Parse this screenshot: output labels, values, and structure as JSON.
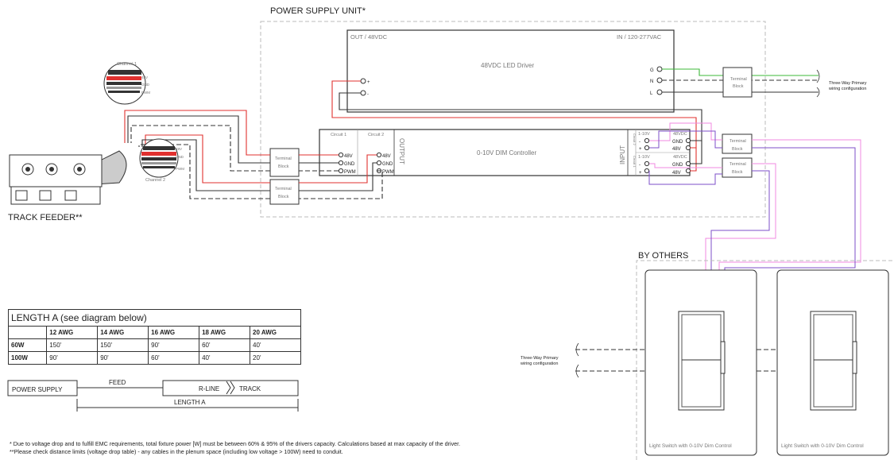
{
  "psu": {
    "title": "POWER SUPPLY UNIT*",
    "driver": {
      "out": "OUT / 48VDC",
      "in": "IN / 120-277VAC",
      "name": "48VDC LED Driver",
      "plus": "+",
      "minus": "-",
      "g": "G",
      "n": "N",
      "l": "L"
    },
    "controller": {
      "name": "0-10V DIM Controller",
      "circuit1": "Circuit 1",
      "circuit2": "Circuit 2",
      "output": "OUTPUT",
      "input": "INPUT",
      "v48": "48V",
      "gnd": "GND",
      "pwm": "PWM",
      "in_circuit2": "Circuit 2",
      "in_circuit1": "Circuit 1",
      "in_1_10v": "1-10V",
      "in_48vdc": "48VDC",
      "in_minus": "-",
      "in_plus": "+"
    }
  },
  "terminal_block": {
    "line1": "Terminal",
    "line2": "Block"
  },
  "three_way": {
    "line1": "Three-Way Primary",
    "line2": "wiring configuration"
  },
  "track_feeder": {
    "label": "TRACK FEEDER**",
    "channel1": "Channel 1",
    "channel2": "Channel 2",
    "w48v": "48V",
    "wgnd": "GND",
    "wpwm": "PWM"
  },
  "by_others": {
    "title": "BY OTHERS",
    "switch1": "Light Switch with 0-10V Dim Control",
    "switch2": "Light Switch with 0-10V Dim Control"
  },
  "length_table": {
    "caption": "LENGTH A (see diagram below)",
    "columns": [
      "",
      "12 AWG",
      "14 AWG",
      "16 AWG",
      "18 AWG",
      "20 AWG"
    ],
    "rows": [
      [
        "60W",
        "150'",
        "150'",
        "90'",
        "60'",
        "40'"
      ],
      [
        "100W",
        "90'",
        "90'",
        "60'",
        "40'",
        "20'"
      ]
    ]
  },
  "feed_diagram": {
    "power_supply": "POWER SUPPLY",
    "feed": "FEED",
    "rline": "R-LINE",
    "track": "TRACK",
    "length": "LENGTH A"
  },
  "footnotes": {
    "note1": "* Due to voltage drop and to fulfill EMC requirements, total fixture power [W] must be between 60% & 95% of the drivers capacity. Calculations based at max capacity of the driver.",
    "note2": "**Please check distance limits (voltage drop table) - any cables in the plenum space (including low voltage > 100W) need to conduit."
  },
  "colors": {
    "red": "#e0312f",
    "green": "#3cb93a",
    "pink": "#f08ae0",
    "purple": "#7e4fc9",
    "border": "#bbbbbb"
  }
}
